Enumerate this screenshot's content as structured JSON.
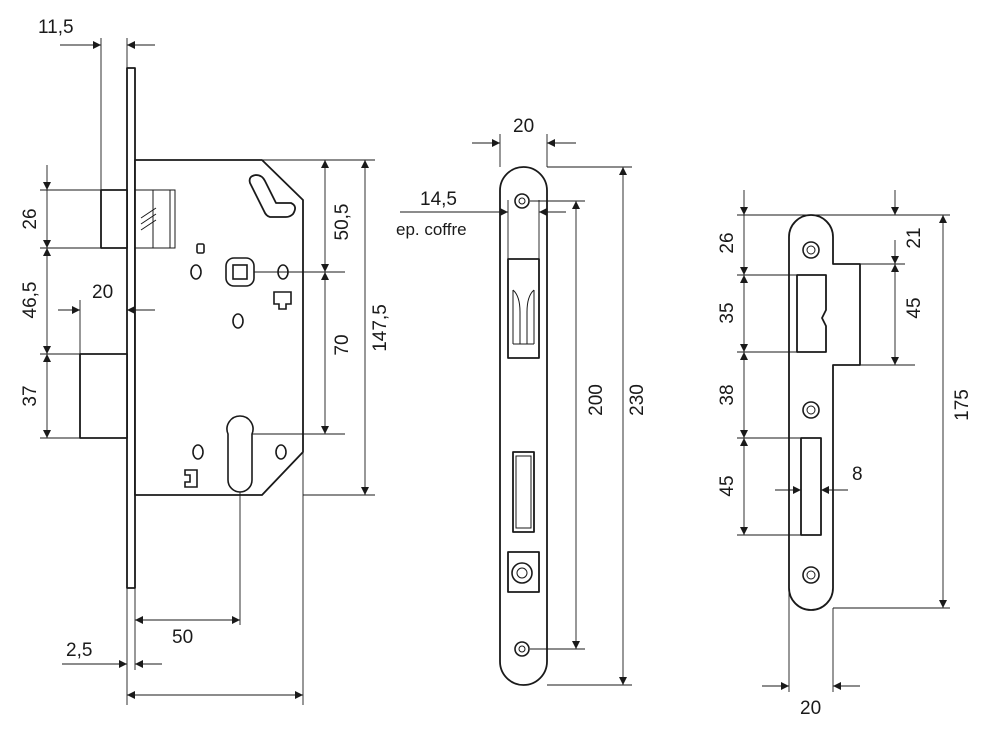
{
  "lock_case": {
    "dims": {
      "forend_offset": "11,5",
      "latch_height": "26",
      "latch_to_deadbolt": "46,5",
      "deadbolt_projection": "20",
      "deadbolt_height": "37",
      "top_to_follower": "50,5",
      "follower_to_cylinder": "70",
      "case_height": "147,5",
      "forend_thickness": "2,5",
      "backset": "50"
    }
  },
  "forend_plate": {
    "dims": {
      "width": "20",
      "case_depth": "14,5",
      "case_depth_note": "ep. coffre",
      "screw_spacing": "200",
      "length": "230"
    }
  },
  "strike_plate": {
    "dims": {
      "top_to_latch": "26",
      "top_to_lip": "21",
      "latch_opening": "35",
      "lip_height": "45",
      "gap_between_openings": "38",
      "length": "175",
      "bolt_opening": "45",
      "bolt_opening_width": "8",
      "width": "20"
    }
  }
}
